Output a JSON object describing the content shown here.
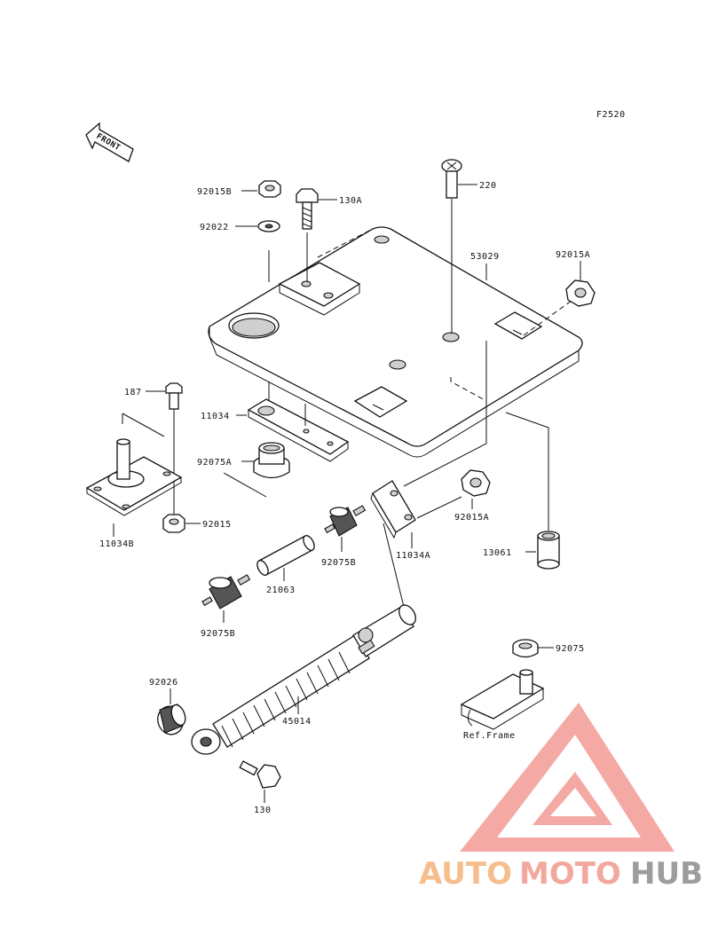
{
  "figure_code": "F2520",
  "front_label": "FRONT",
  "ref_frame_label": "Ref.Frame",
  "parts": {
    "p92015B": "92015B",
    "p130A": "130A",
    "p220": "220",
    "p92022": "92022",
    "p53029": "53029",
    "p92015A_top": "92015A",
    "p187": "187",
    "p11034": "11034",
    "p92075A": "92075A",
    "p11034B": "11034B",
    "p92015": "92015",
    "p92075B_mid": "92075B",
    "p92015A_mid": "92015A",
    "p11034A": "11034A",
    "p13061": "13061",
    "p21063": "21063",
    "p92075B_left": "92075B",
    "p92075": "92075",
    "p92026": "92026",
    "p45014": "45014",
    "p130": "130"
  },
  "watermark": {
    "auto": "AUTO",
    "moto": "MOTO",
    "hub": "HUB",
    "colors": {
      "auto": "#f5b27a",
      "moto": "#f29a8e",
      "hub": "#8c8c8c",
      "triangle": "#f39b95"
    }
  }
}
